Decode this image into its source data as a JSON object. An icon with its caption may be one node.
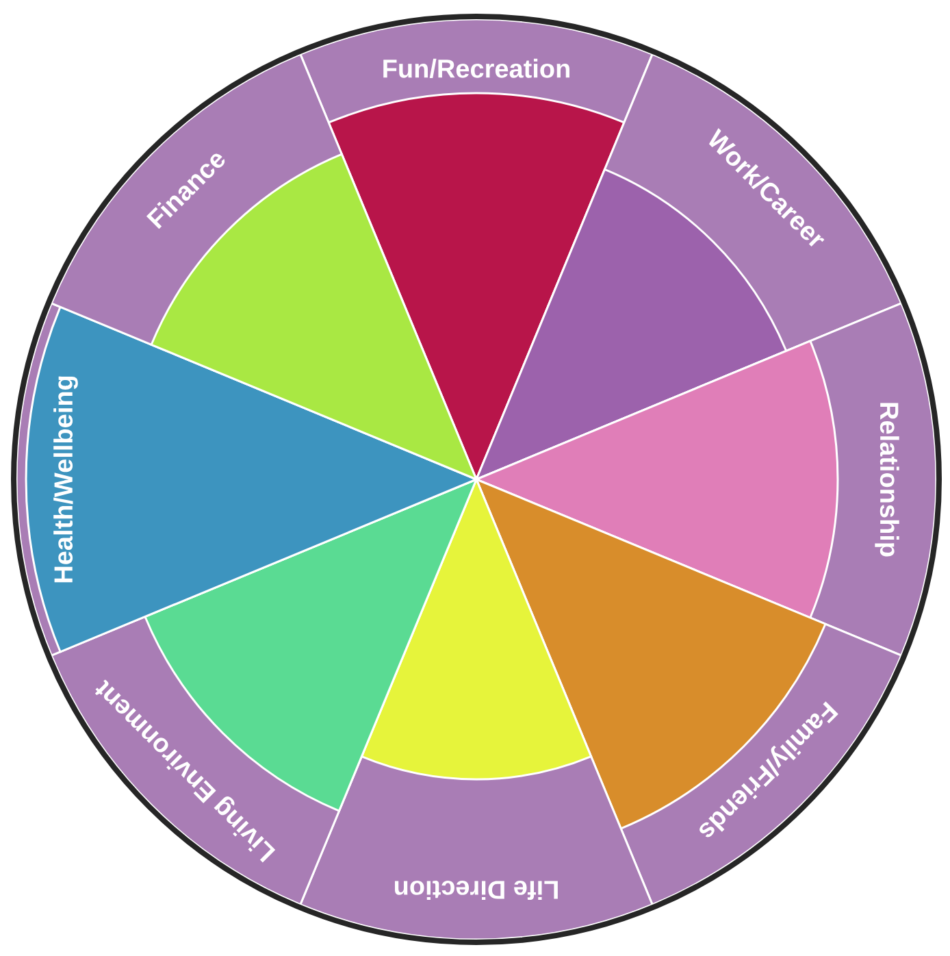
{
  "diagram": {
    "nodes": [
      {
        "text": [
          "Fun/Recreation"
        ]
      },
      {
        "text": [
          "Work/Career"
        ]
      },
      {
        "text": [
          "Relationship"
        ]
      },
      {
        "text": [
          "Family/Friends"
        ]
      },
      {
        "text": [
          "Life Direction"
        ]
      },
      {
        "text": [
          "Living Environment"
        ]
      },
      {
        "text": [
          "Health/Wellbeing"
        ]
      },
      {
        "text": [
          "Finance"
        ]
      }
    ]
  }
}
